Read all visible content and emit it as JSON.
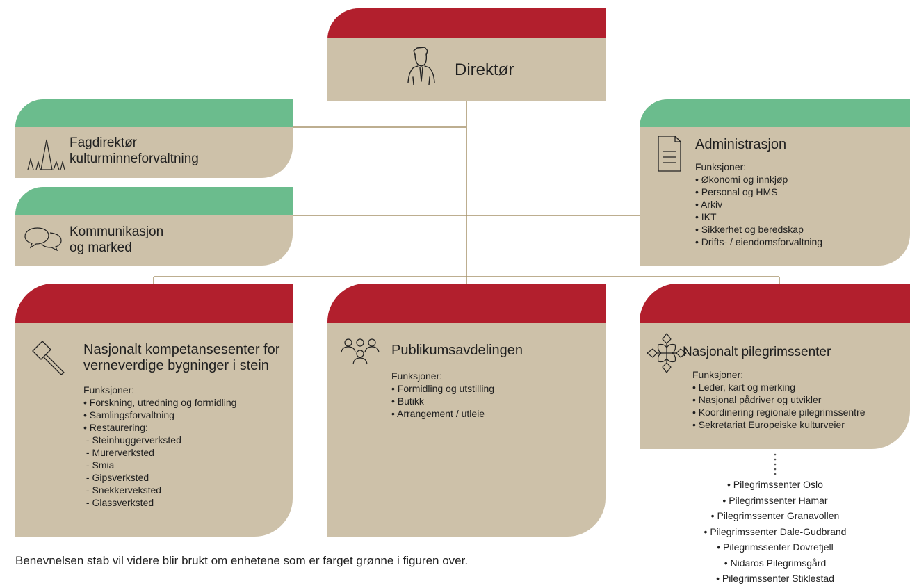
{
  "colors": {
    "red": "#b21f2d",
    "green": "#6bbc8d",
    "tan": "#cdc1a9",
    "line": "#a7936b"
  },
  "director": {
    "title": "Direktør",
    "icon": "person-tie-icon"
  },
  "fagdirektor": {
    "line1": "Fagdirektør",
    "line2": "kulturminneforvaltning",
    "icon": "monuments-icon"
  },
  "kommunikasjon": {
    "line1": "Kommunikasjon",
    "line2": "og marked",
    "icon": "speech-bubbles-icon"
  },
  "administrasjon": {
    "title": "Administrasjon",
    "icon": "document-icon",
    "funksjoner_label": "Funksjoner:",
    "items": [
      "• Økonomi og innkjøp",
      "• Personal og HMS",
      "• Arkiv",
      "• IKT",
      "• Sikkerhet og beredskap",
      "• Drifts- / eiendomsforvaltning"
    ]
  },
  "nasjonalt_kompetansesenter": {
    "line1": "Nasjonalt kompetansesenter for",
    "line2": "verneverdige bygninger i stein",
    "icon": "hammer-icon",
    "funksjoner_label": "Funksjoner:",
    "items": [
      "• Forskning, utredning og formidling",
      "• Samlingsforvaltning",
      "• Restaurering:",
      " - Steinhuggerverksted",
      " - Murerverksted",
      " - Smia",
      " - Gipsverksted",
      " - Snekkerveksted",
      " - Glassverksted"
    ]
  },
  "publikumsavdelingen": {
    "title": "Publikumsavdelingen",
    "icon": "people-group-icon",
    "funksjoner_label": "Funksjoner:",
    "items": [
      "• Formidling og utstilling",
      "• Butikk",
      "• Arrangement / utleie"
    ]
  },
  "pilegrimssenter": {
    "title": "Nasjonalt pilegrimssenter",
    "icon": "pilgrim-cross-icon",
    "funksjoner_label": "Funksjoner:",
    "items": [
      "• Leder, kart og merking",
      "• Nasjonal pådriver og utvikler",
      "• Koordinering regionale pilegrimssentre",
      "• Sekretariat Europeiske kulturveier"
    ]
  },
  "regional_centres": [
    "• Pilegrimssenter Oslo",
    "• Pilegrimssenter Hamar",
    "• Pilegrimssenter Granavollen",
    "• Pilegrimssenter Dale-Gudbrand",
    "• Pilegrimssenter Dovrefjell",
    "• Nidaros Pilegrimsgård",
    "• Pilegrimssenter Stiklestad"
  ],
  "footer_note": "Benevnelsen stab vil videre blir brukt om enhetene som er farget grønne i figuren over."
}
